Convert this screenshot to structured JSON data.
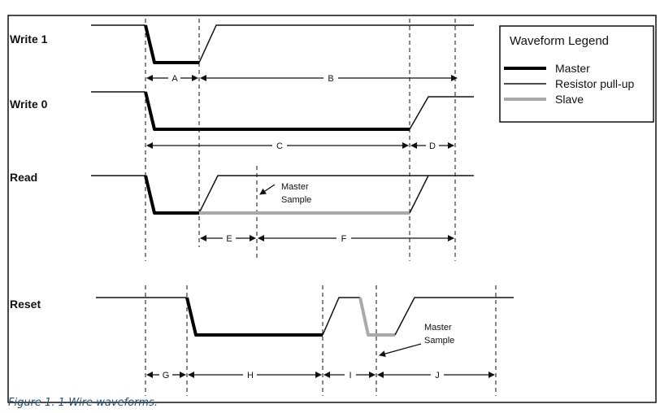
{
  "rows": {
    "write1": "Write 1",
    "write0": "Write 0",
    "read": "Read",
    "reset": "Reset"
  },
  "segments": {
    "a": "A",
    "b": "B",
    "c": "C",
    "d": "D",
    "e": "E",
    "f": "F",
    "g": "G",
    "h": "H",
    "i": "I",
    "j": "J"
  },
  "annotations": {
    "master_sample": [
      "Master",
      "Sample"
    ]
  },
  "legend": {
    "title": "Waveform Legend",
    "items": [
      "Master",
      "Resistor pull-up",
      "Slave"
    ]
  },
  "colors": {
    "master": "#000000",
    "pullup": "#000000",
    "slave": "#aaaaaa"
  },
  "caption": "Figure 1. 1-Wire waveforms."
}
